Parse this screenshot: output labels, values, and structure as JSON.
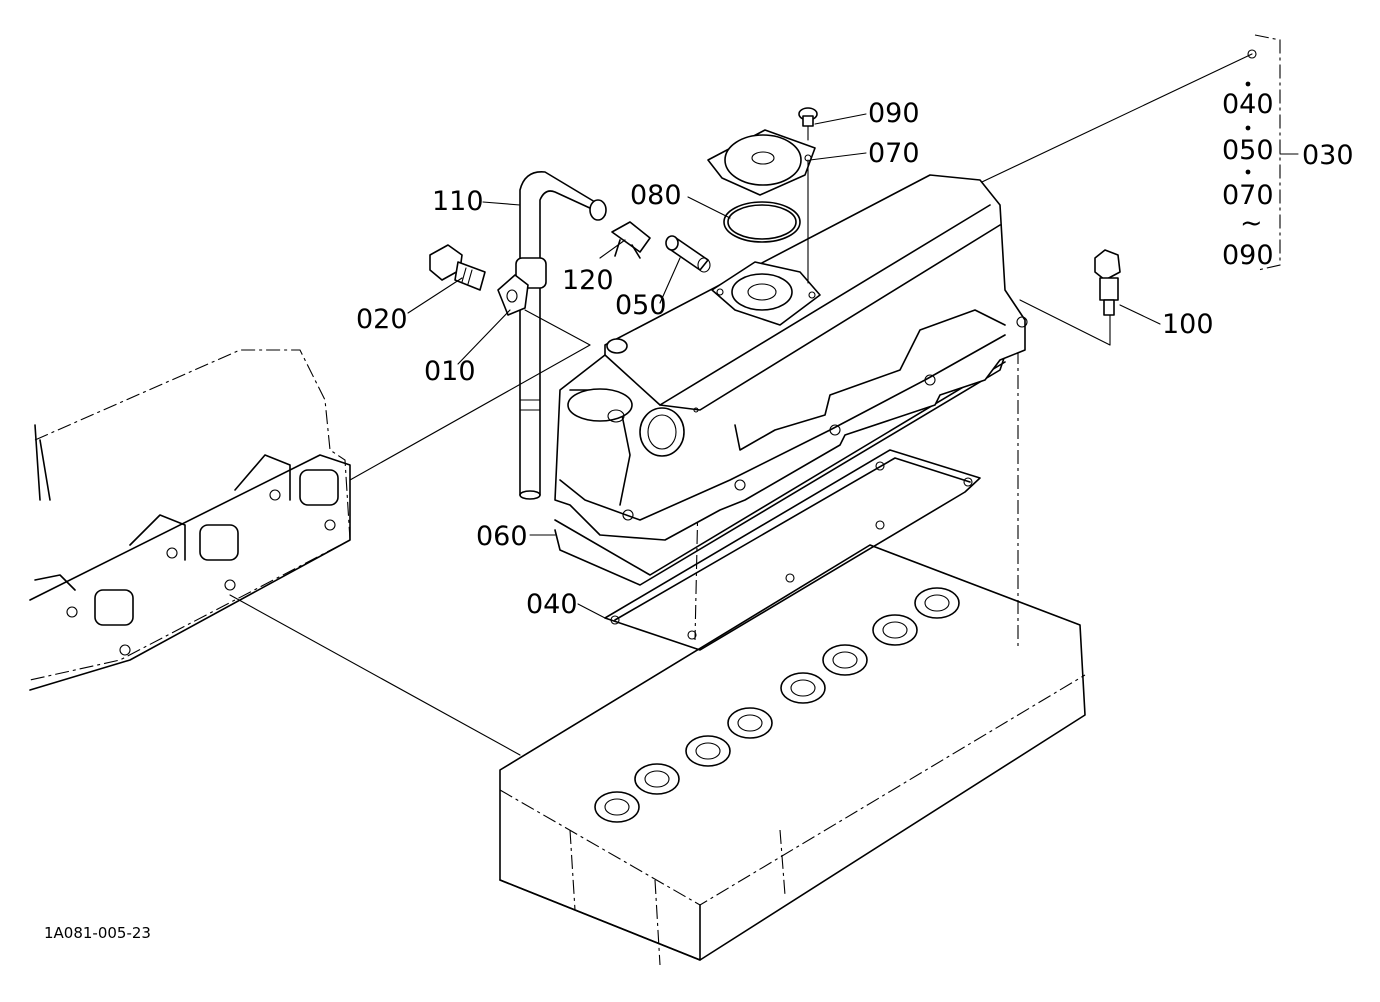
{
  "figure_code": "1A081-005-23",
  "callouts": {
    "c010": "010",
    "c020": "020",
    "c040": "040",
    "c050": "050",
    "c060": "060",
    "c070": "070",
    "c080": "080",
    "c090": "090",
    "c100": "100",
    "c110": "110",
    "c120": "120"
  },
  "kit": {
    "label": "030",
    "items": [
      "040",
      "050",
      "070",
      "090"
    ],
    "range_mark": "~"
  }
}
